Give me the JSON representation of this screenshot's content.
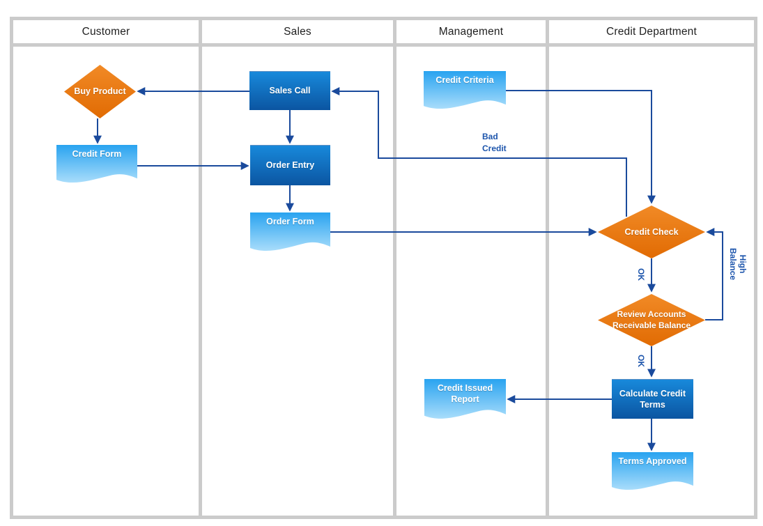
{
  "lanes": [
    {
      "label": "Customer"
    },
    {
      "label": "Sales"
    },
    {
      "label": "Management"
    },
    {
      "label": "Credit Department"
    }
  ],
  "nodes": {
    "buy_product": {
      "label": "Buy Product",
      "type": "decision",
      "lane": "Customer"
    },
    "credit_form": {
      "label": "Credit Form",
      "type": "document",
      "lane": "Customer"
    },
    "sales_call": {
      "label": "Sales Call",
      "type": "process",
      "lane": "Sales"
    },
    "order_entry": {
      "label": "Order Entry",
      "type": "process",
      "lane": "Sales"
    },
    "order_form": {
      "label": "Order Form",
      "type": "document",
      "lane": "Sales"
    },
    "credit_criteria": {
      "label": "Credit Criteria",
      "type": "document",
      "lane": "Management"
    },
    "credit_issued_report": {
      "label": "Credit Issued Report",
      "type": "document",
      "lane": "Management"
    },
    "credit_check": {
      "label": "Credit Check",
      "type": "decision",
      "lane": "Credit Department"
    },
    "review_ar_balance": {
      "label": "Review Accounts Receivable Balance",
      "type": "decision",
      "lane": "Credit Department"
    },
    "calculate_credit_terms": {
      "label": "Calculate Credit Terms",
      "type": "process",
      "lane": "Credit Department"
    },
    "terms_approved": {
      "label": "Terms Approved",
      "type": "document",
      "lane": "Credit Department"
    }
  },
  "edge_labels": {
    "bad_credit": "Bad Credit",
    "ok_credit_check": "OK",
    "ok_review": "OK",
    "high_balance": "High Balance"
  },
  "edges": [
    {
      "from": "sales_call",
      "to": "buy_product"
    },
    {
      "from": "buy_product",
      "to": "credit_form"
    },
    {
      "from": "credit_form",
      "to": "order_entry"
    },
    {
      "from": "sales_call",
      "to": "order_entry"
    },
    {
      "from": "order_entry",
      "to": "order_form"
    },
    {
      "from": "order_form",
      "to": "credit_check"
    },
    {
      "from": "credit_criteria",
      "to": "credit_check"
    },
    {
      "from": "credit_check",
      "to": "sales_call",
      "label": "Bad Credit"
    },
    {
      "from": "credit_check",
      "to": "review_ar_balance",
      "label": "OK"
    },
    {
      "from": "review_ar_balance",
      "to": "credit_check",
      "label": "High Balance"
    },
    {
      "from": "review_ar_balance",
      "to": "calculate_credit_terms",
      "label": "OK"
    },
    {
      "from": "calculate_credit_terms",
      "to": "credit_issued_report"
    },
    {
      "from": "calculate_credit_terms",
      "to": "terms_approved"
    }
  ],
  "colors": {
    "lane_border": "#cbcbcb",
    "header_text": "#1e1e1e",
    "connector": "#1a4a9c",
    "edge_label": "#1d55ac",
    "node_text": "#ffffff",
    "process_top": "#1889db",
    "process_bottom": "#0b55a1",
    "decision_top": "#f18a26",
    "decision_bottom": "#e16b03",
    "document_top": "#29a3f0",
    "document_bottom": "#a9ddfb"
  }
}
